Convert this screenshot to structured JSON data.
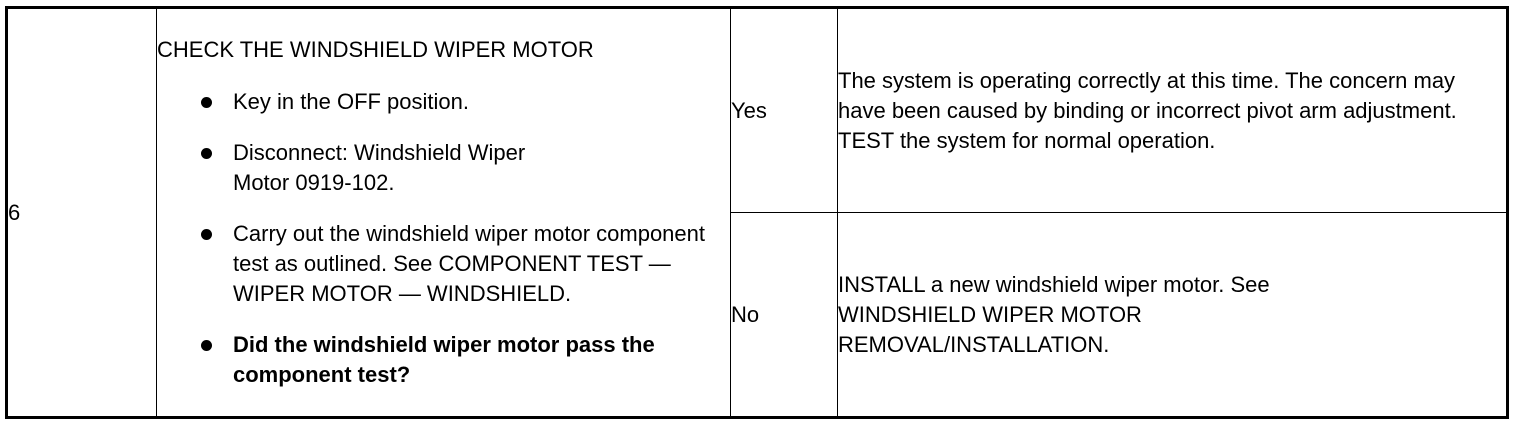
{
  "step": {
    "number": "6"
  },
  "action": {
    "title": "CHECK THE WINDSHIELD WIPER MOTOR",
    "bullets": [
      {
        "text": "Key in the OFF position."
      },
      {
        "text": "Disconnect: Windshield Wiper Motor 0919-102."
      },
      {
        "text": "Carry out the windshield wiper motor component test as outlined. See COMPONENT TEST — WIPER MOTOR — WINDSHIELD."
      },
      {
        "text": "Did the windshield wiper motor pass the component test?"
      }
    ]
  },
  "outcomes": [
    {
      "answer": "Yes",
      "result": "The system is operating correctly at this time. The concern may have been caused by binding or incorrect pivot arm adjustment. TEST the system for normal operation."
    },
    {
      "answer": "No",
      "result": "INSTALL a new windshield wiper motor. See WINDSHIELD WIPER MOTOR REMOVAL/INSTALLATION."
    }
  ]
}
